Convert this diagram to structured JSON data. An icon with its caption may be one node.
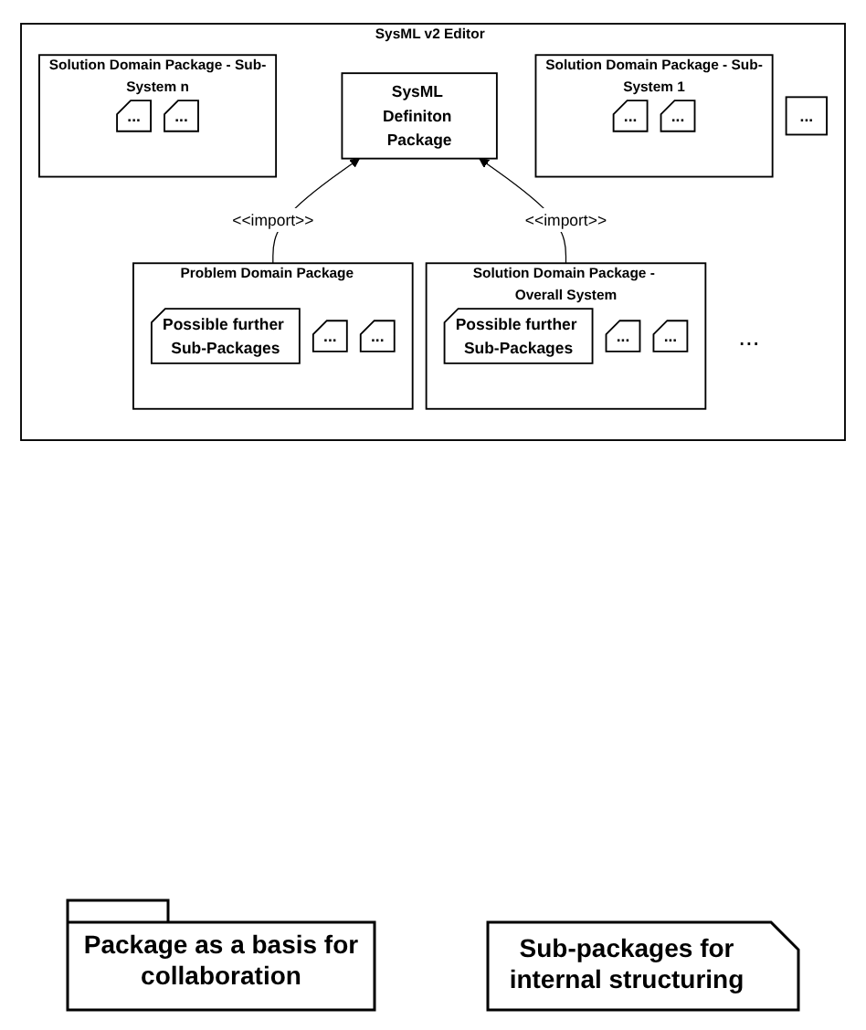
{
  "diagram": {
    "nodes": [
      {
        "text": [
          "SysML v2 Editor"
        ]
      },
      {
        "text": [
          "SysML Definiton Package"
        ],
        "in": 0
      },
      {
        "text": [
          "Problem Domain Package"
        ],
        "in": 0
      },
      {
        "text": [
          "Possible further Sub-Packages"
        ],
        "in": 2
      },
      {
        "text": [
          "..."
        ],
        "in": 2
      },
      {
        "text": [
          "..."
        ],
        "in": 2
      },
      {
        "text": [
          "Solution Domain Package - Overall System"
        ],
        "in": 0
      },
      {
        "text": [
          "Possible further Sub-Packages"
        ],
        "in": 6
      },
      {
        "text": [
          "..."
        ],
        "in": 6
      },
      {
        "text": [
          "..."
        ],
        "in": 6
      },
      {
        "text": [
          "Solution Domain Package - Sub-System 1"
        ],
        "in": 0
      },
      {
        "text": [
          "..."
        ],
        "in": 10
      },
      {
        "text": [
          "..."
        ],
        "in": 10
      },
      {
        "text": [
          "Solution Domain Package - Sub-System n"
        ],
        "in": 0
      },
      {
        "text": [
          "..."
        ],
        "in": 13
      },
      {
        "text": [
          "..."
        ],
        "in": 13
      },
      {
        "text": [
          "..."
        ],
        "in": 0
      }
    ],
    "edges": [
      {
        "from": 2,
        "to": 1,
        "arrow": "to",
        "label": "<<import>>"
      },
      {
        "from": 6,
        "to": 1,
        "arrow": "to",
        "label": "<<import>>"
      }
    ],
    "labels": [
      "..."
    ],
    "legend": [
      {
        "text": "Package as a basis for collaboration"
      },
      {
        "text": "Sub-packages for internal structuring"
      }
    ]
  }
}
